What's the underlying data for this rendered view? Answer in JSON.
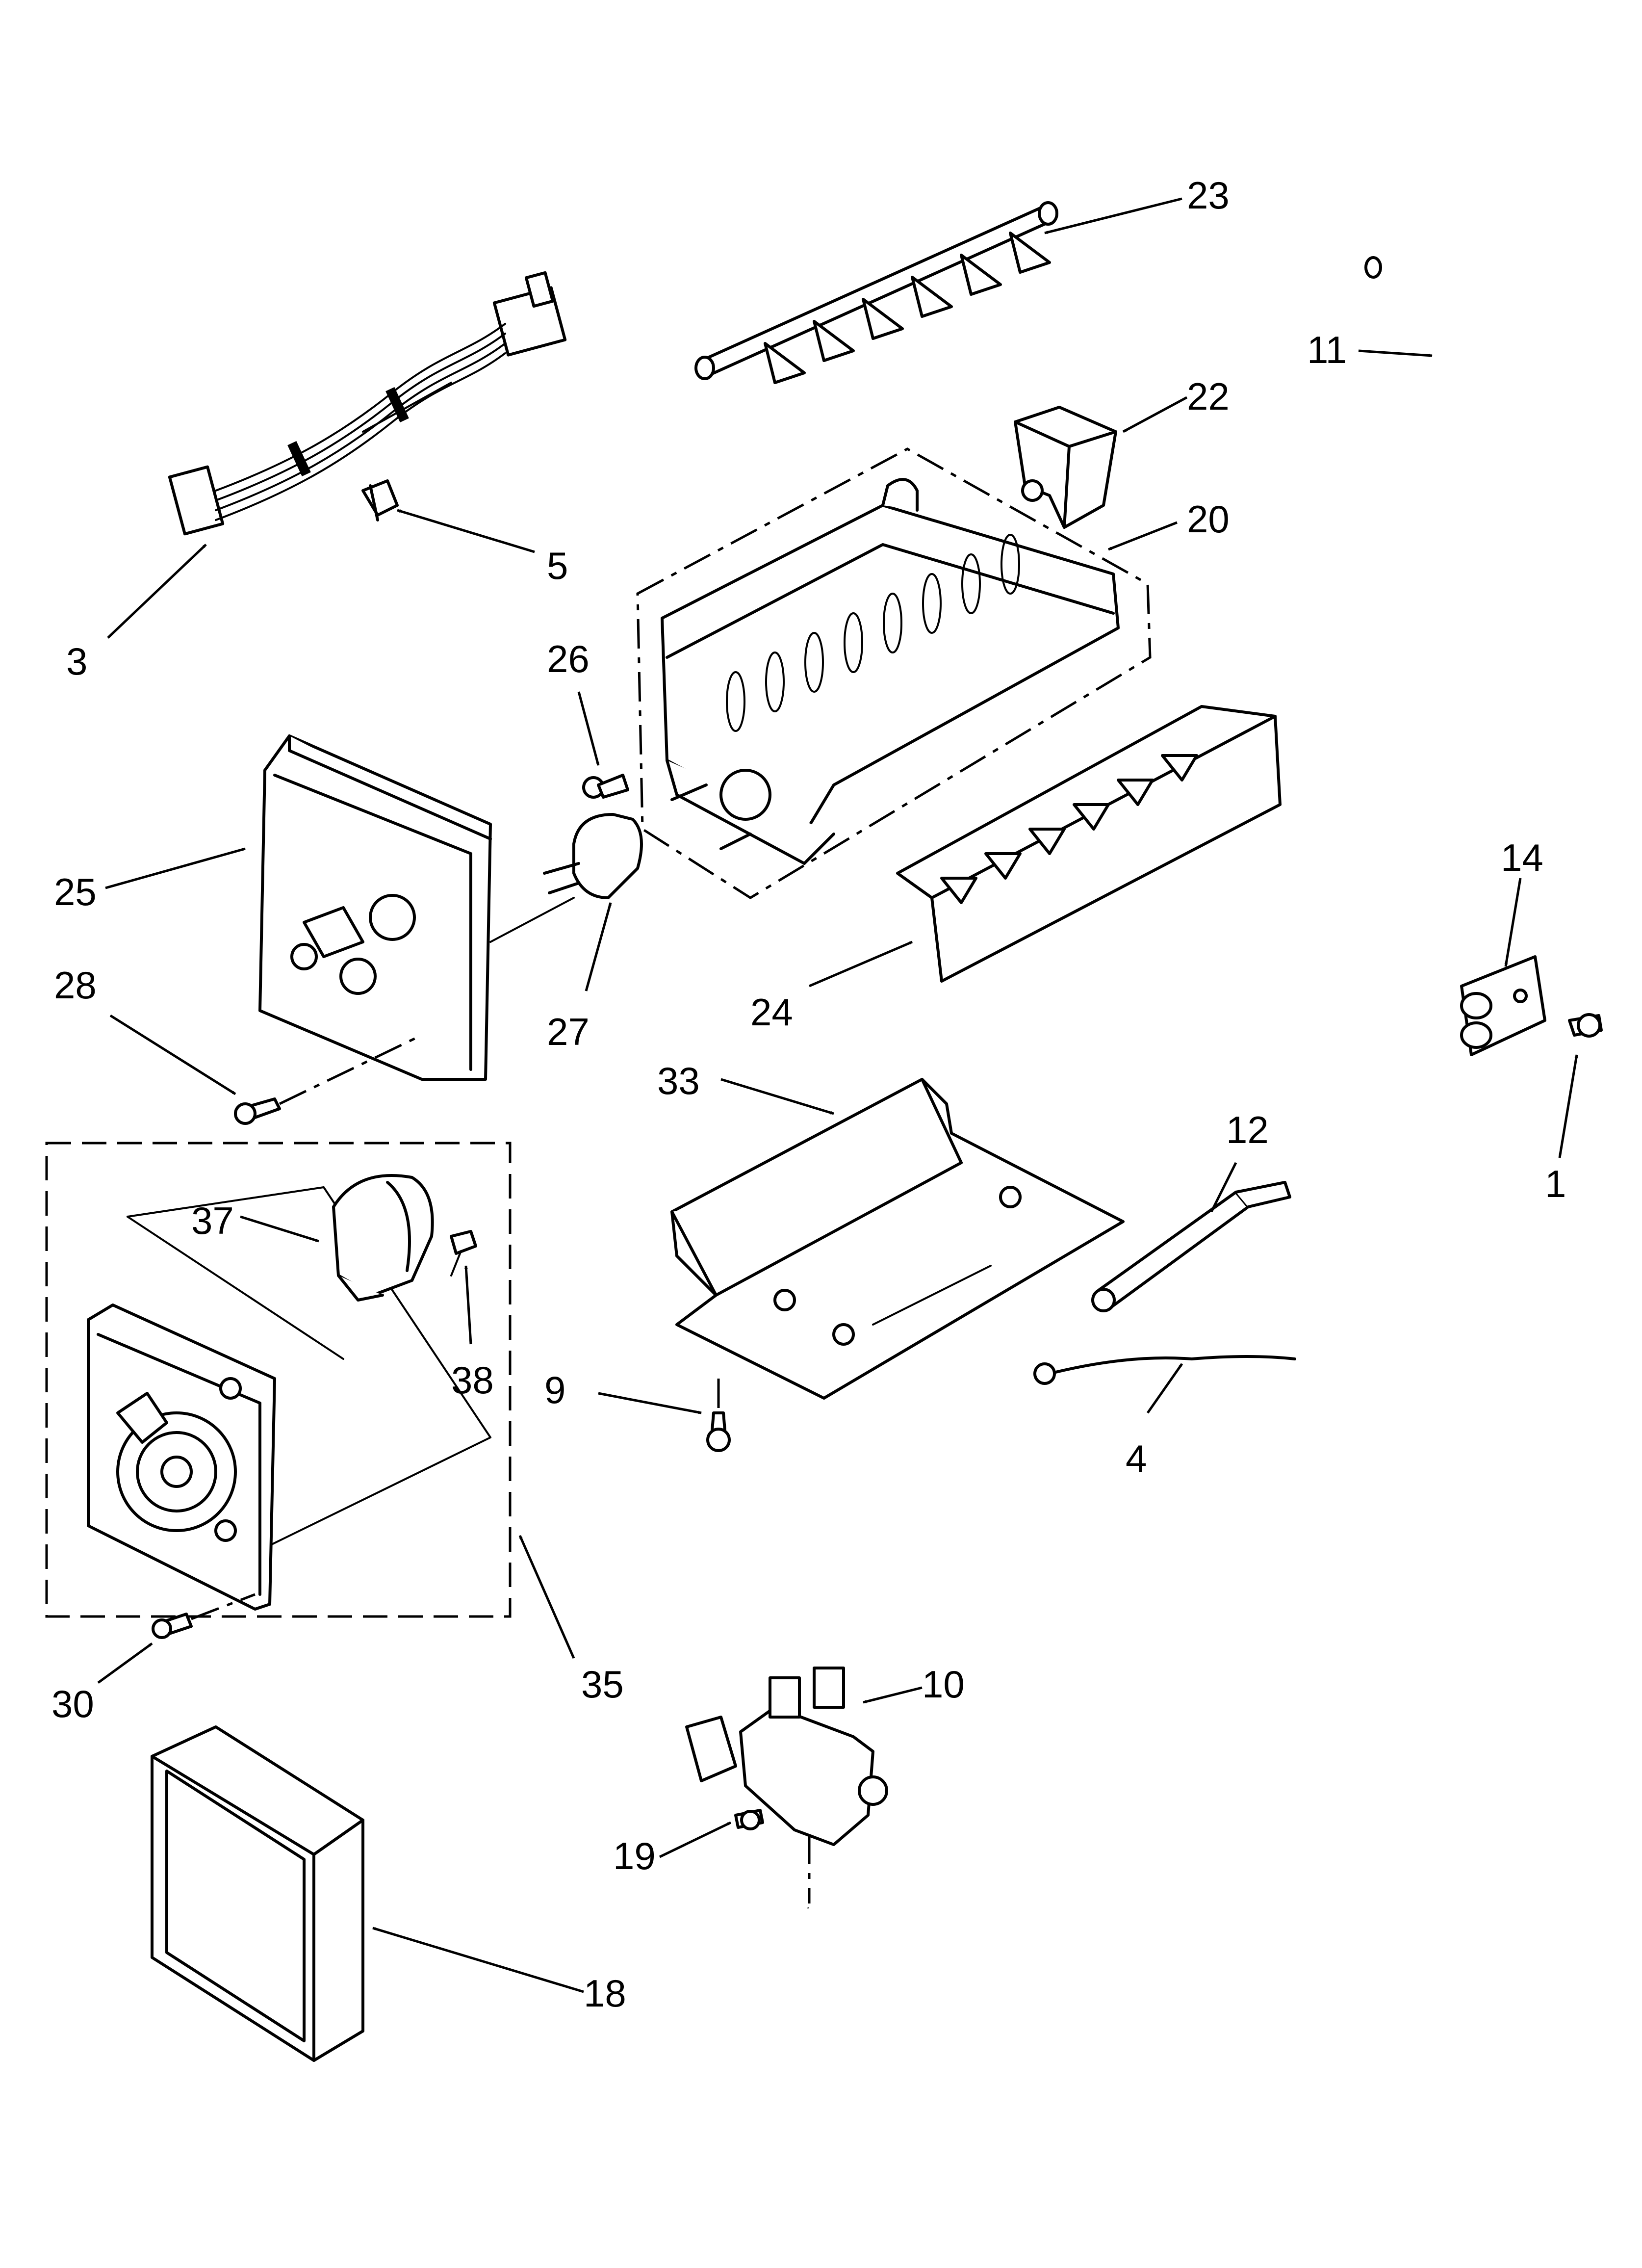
{
  "callouts": {
    "c1": "1",
    "c3": "3",
    "c4": "4",
    "c5": "5",
    "c9": "9",
    "c10": "10",
    "c11": "11",
    "c12": "12",
    "c14": "14",
    "c18": "18",
    "c19": "19",
    "c20": "20",
    "c22": "22",
    "c23": "23",
    "c24": "24",
    "c25": "25",
    "c26": "26",
    "c27": "27",
    "c28": "28",
    "c30": "30",
    "c33": "33",
    "c35": "35",
    "c37": "37",
    "c38": "38"
  },
  "colors": {
    "ink": "#000000",
    "paper": "#ffffff"
  }
}
